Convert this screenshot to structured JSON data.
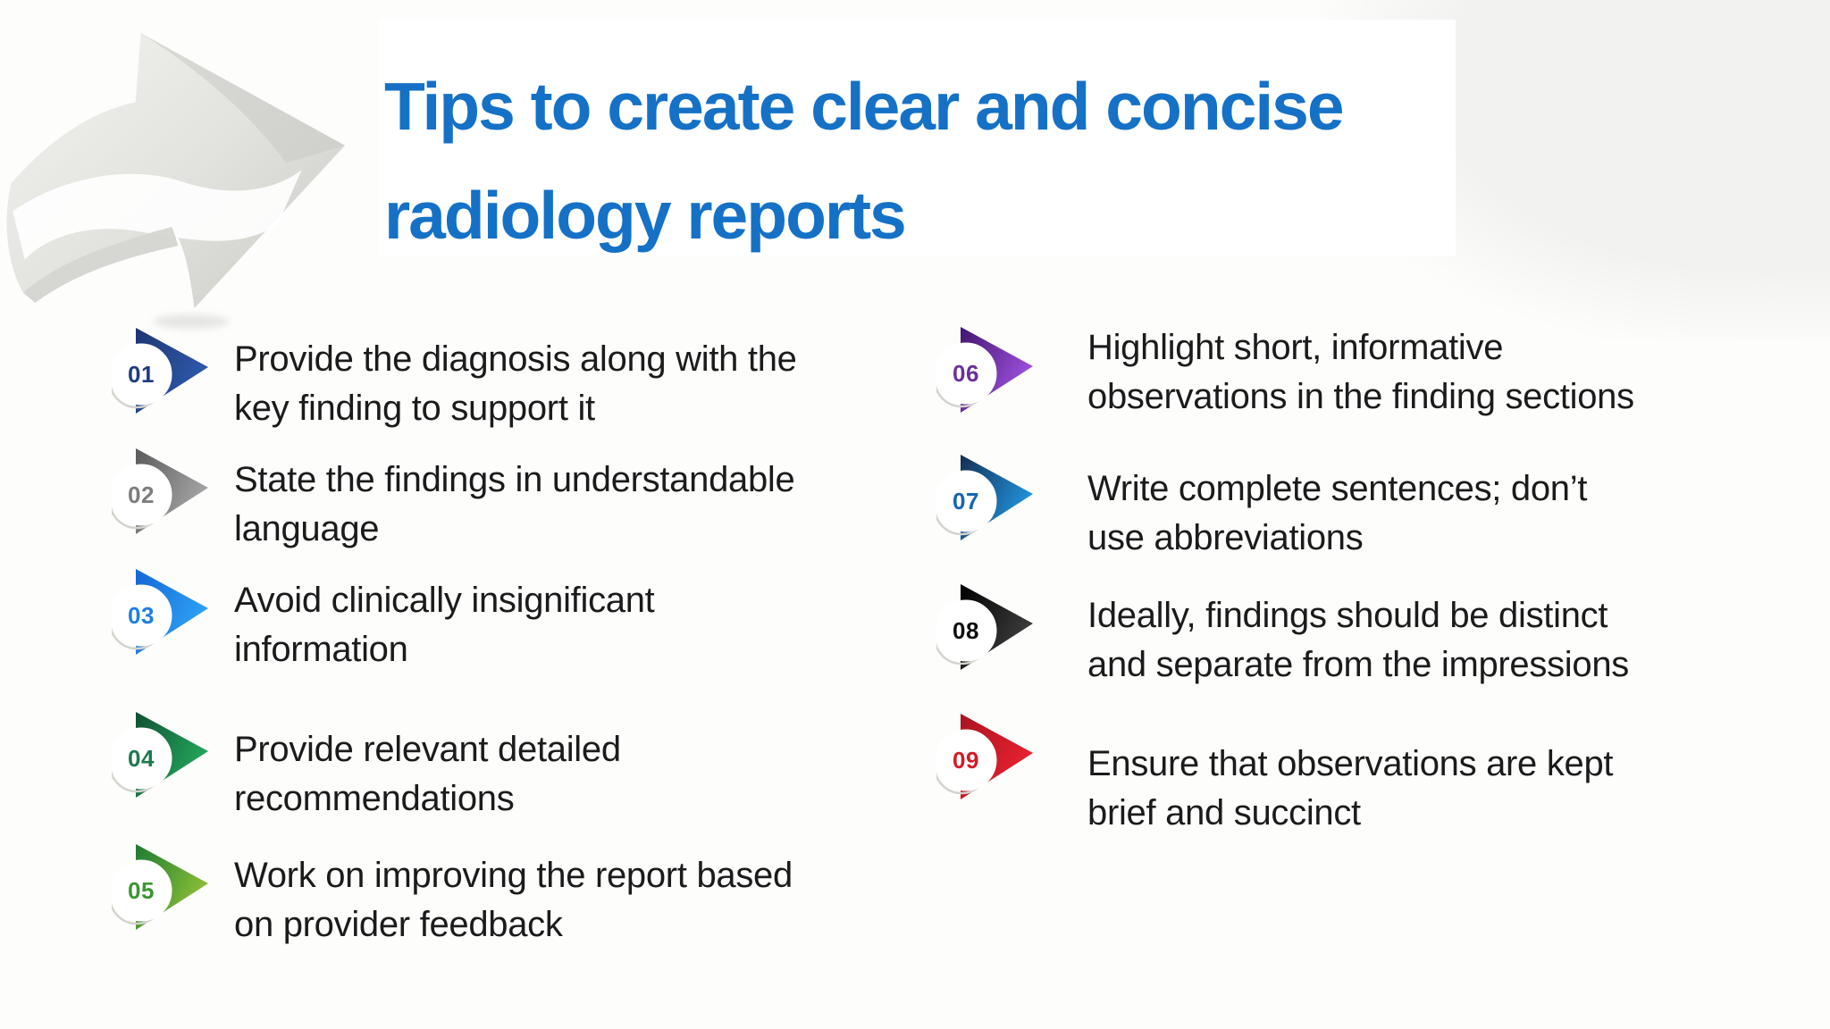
{
  "title": {
    "lines": [
      "Tips to create clear and concise",
      "radiology reports"
    ]
  },
  "colors": {
    "title": "#1571c6",
    "body_text": "#1b1b1b",
    "background": "#fdfdfc",
    "panel": "#ffffff"
  },
  "decor": {
    "graphic": "curved-silver-3d-arrow-pointing-right"
  },
  "tips": [
    {
      "number": "01",
      "lines": [
        "Provide the diagnosis along with the",
        "key finding to support it"
      ],
      "arrow_from": "#1c3572",
      "arrow_to": "#2f5bad",
      "number_color": "#1e3d80"
    },
    {
      "number": "02",
      "lines": [
        "State the findings in understandable",
        "language"
      ],
      "arrow_from": "#5a5a5a",
      "arrow_to": "#a8a8a8",
      "number_color": "#7d7d7d"
    },
    {
      "number": "03",
      "lines": [
        "Avoid clinically insignificant",
        "information"
      ],
      "arrow_from": "#1566d6",
      "arrow_to": "#2fa4f5",
      "number_color": "#1e7fe0"
    },
    {
      "number": "04",
      "lines": [
        "Provide relevant detailed",
        "recommendations"
      ],
      "arrow_from": "#0f5132",
      "arrow_to": "#24a95c",
      "number_color": "#1d7a4e"
    },
    {
      "number": "05",
      "lines": [
        "Work on improving the report based",
        "on provider feedback"
      ],
      "arrow_from": "#1d7a33",
      "arrow_to": "#8fc236",
      "number_color": "#3c9633"
    },
    {
      "number": "06",
      "lines": [
        "Highlight short, informative",
        "observations in the finding sections"
      ],
      "arrow_from": "#41156e",
      "arrow_to": "#a052e0",
      "number_color": "#6b2f9c"
    },
    {
      "number": "07",
      "lines": [
        "Write complete sentences; don’t",
        "use abbreviations"
      ],
      "arrow_from": "#132f55",
      "arrow_to": "#2196e0",
      "number_color": "#1565ae"
    },
    {
      "number": "08",
      "lines": [
        "Ideally, findings should be distinct",
        "and separate from the impressions"
      ],
      "arrow_from": "#000000",
      "arrow_to": "#3f3f3f",
      "number_color": "#0d0d0d"
    },
    {
      "number": "09",
      "lines": [
        "Ensure that observations are kept",
        "brief and succinct"
      ],
      "arrow_from": "#a81420",
      "arrow_to": "#ea2230",
      "number_color": "#cf1d28"
    }
  ]
}
